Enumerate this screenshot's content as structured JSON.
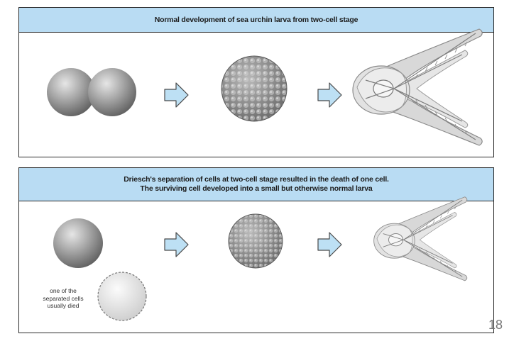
{
  "top_panel": {
    "title": "Normal development of sea urchin larva from two-cell stage"
  },
  "bottom_panel": {
    "title_line1": "Driesch's separation of cells at two-cell stage resulted in the death of one cell.",
    "title_line2": "The surviving cell developed into a small but otherwise normal larva",
    "note_line1": "one of the",
    "note_line2": "separated cells",
    "note_line3": "usually died"
  },
  "page_number": "18",
  "colors": {
    "header_fill": "#b9dcf3",
    "arrow_fill": "#bde0f4",
    "cell_gray": "#8a8a8a",
    "larva_gray": "#c8c8c8"
  },
  "icons": [
    "two-cell-embryo",
    "arrow-right",
    "blastula-cluster",
    "pluteus-larva",
    "single-cell",
    "dead-cell"
  ]
}
